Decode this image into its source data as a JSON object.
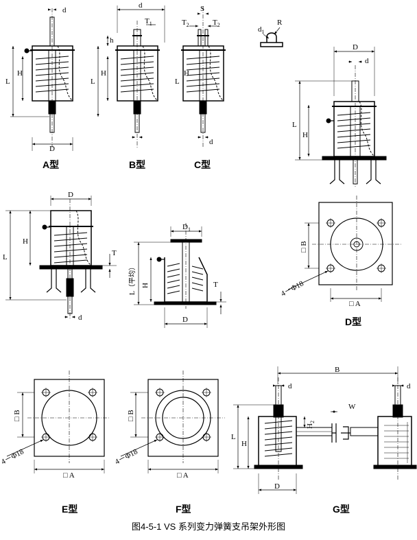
{
  "figures": {
    "a": {
      "label": "A型",
      "dims": {
        "d": "d",
        "L": "L",
        "H": "H",
        "D": "D"
      }
    },
    "b": {
      "label": "B型",
      "dims": {
        "d": "d",
        "t1": "T",
        "t1_sub": "1",
        "h": "h",
        "L": "L",
        "H": "H"
      }
    },
    "c": {
      "label": "C型",
      "dims": {
        "s": "S",
        "t2": "T",
        "t2_sub": "2",
        "t2b": "T",
        "t2b_sub": "2",
        "L": "L",
        "H": "H",
        "d": "d"
      }
    },
    "detail": {
      "d": "d",
      "d_sub": "1",
      "r": "R"
    },
    "d": {
      "label": "D型",
      "dims": {
        "D": "D",
        "d": "d",
        "L": "L",
        "H": "H"
      }
    },
    "e_side": {
      "dims": {
        "D": "D",
        "L": "L",
        "H": "H",
        "T": "T",
        "d": "d"
      }
    },
    "f_side": {
      "dims": {
        "D1": "D",
        "D1_sub": "1",
        "L": "L（平均）",
        "H": "H",
        "T": "T",
        "D": "D"
      }
    },
    "d_plan": {
      "dims": {
        "B": "□ B",
        "A": "□ A",
        "holes": "4－Φ18"
      }
    },
    "e": {
      "label": "E型",
      "dims": {
        "B": "□ B",
        "A": "□ A",
        "holes": "4－Φ18"
      }
    },
    "f": {
      "label": "F型",
      "dims": {
        "B": "□ B",
        "A": "□ A",
        "holes": "4－Φ18"
      }
    },
    "g": {
      "label": "G型",
      "dims": {
        "B": "B",
        "d": "d",
        "d2": "d",
        "W": "W",
        "H2": "H",
        "H2_sub": "2",
        "L": "L",
        "H": "H",
        "D": "D"
      }
    }
  },
  "caption": "图4-5-1   VS 系列变力弹簧支吊架外形图"
}
